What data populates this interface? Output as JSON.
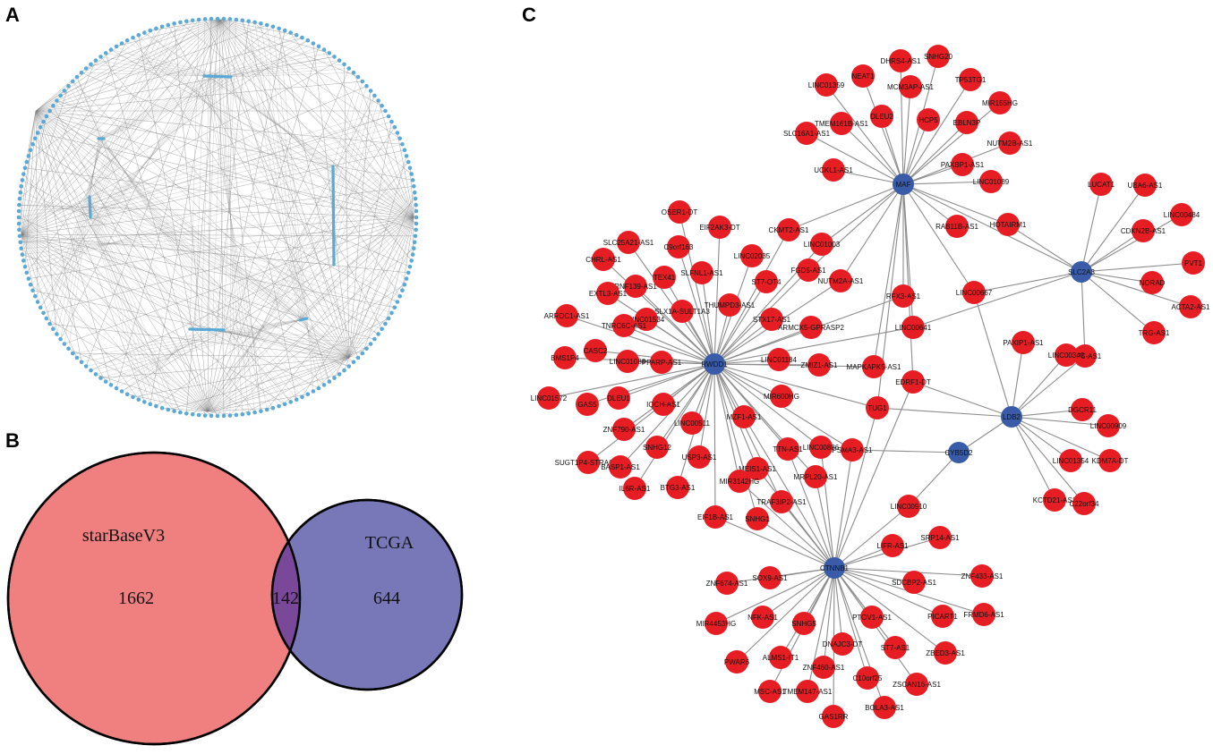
{
  "panels": {
    "a": {
      "letter": "A"
    },
    "b": {
      "letter": "B"
    },
    "c": {
      "letter": "C"
    }
  },
  "colors": {
    "ring_node": "#5aa9d6",
    "edge_gray": "#808080",
    "venn_left": "#f07f80",
    "venn_right": "#7878b8",
    "venn_overlap": "#7a4898",
    "mrna_node": "#3a5ba8",
    "lnc_node": "#e61e24",
    "edge_c": "#8c8c8c"
  },
  "venn": {
    "left_name": "starBaseV3",
    "right_name": "TCGA",
    "left_only": "1662",
    "overlap": "142",
    "right_only": "644"
  },
  "network": {
    "hubs": [
      {
        "id": "MAF",
        "label": "MAF"
      },
      {
        "id": "RWDD1",
        "label": "RWDD1"
      },
      {
        "id": "SLC2A3",
        "label": "SLC2A3"
      },
      {
        "id": "LDB2",
        "label": "LDB2"
      },
      {
        "id": "CYB5D2",
        "label": "CYB5D2"
      },
      {
        "id": "CTNNB1",
        "label": "CTNNB1"
      }
    ],
    "lncrnas": [
      {
        "label": "DHRS4-AS1",
        "hubs": [
          "MAF"
        ]
      },
      {
        "label": "SNHG20",
        "hubs": [
          "MAF"
        ]
      },
      {
        "label": "NEAT1",
        "hubs": [
          "MAF"
        ]
      },
      {
        "label": "TP53TG1",
        "hubs": [
          "MAF"
        ]
      },
      {
        "label": "LINC01359",
        "hubs": [
          "MAF"
        ]
      },
      {
        "label": "MCM3AP-AS1",
        "hubs": [
          "MAF"
        ]
      },
      {
        "label": "MIR155HG",
        "hubs": [
          "MAF"
        ]
      },
      {
        "label": "TMEM161B-AS1",
        "hubs": [
          "MAF"
        ]
      },
      {
        "label": "DLEU2",
        "hubs": [
          "MAF"
        ]
      },
      {
        "label": "HCP5",
        "hubs": [
          "MAF"
        ]
      },
      {
        "label": "EBLN3P",
        "hubs": [
          "MAF"
        ]
      },
      {
        "label": "SLC16A1-AS1",
        "hubs": [
          "MAF"
        ]
      },
      {
        "label": "NUTM2B-AS1",
        "hubs": [
          "MAF"
        ]
      },
      {
        "label": "PAXBP1-AS1",
        "hubs": [
          "MAF"
        ]
      },
      {
        "label": "UCKL1-AS1",
        "hubs": [
          "MAF"
        ]
      },
      {
        "label": "LINC01089",
        "hubs": [
          "MAF"
        ]
      },
      {
        "label": "RAB11B-AS1",
        "hubs": [
          "MAF"
        ]
      },
      {
        "label": "HOTAIRM1",
        "hubs": [
          "MAF",
          "SLC2A3"
        ]
      },
      {
        "label": "LINC01003",
        "hubs": [
          "MAF",
          "RWDD1"
        ]
      },
      {
        "label": "FGD5-AS1",
        "hubs": [
          "MAF",
          "RWDD1"
        ]
      },
      {
        "label": "NUTM2A-AS1",
        "hubs": [
          "MAF",
          "RWDD1"
        ]
      },
      {
        "label": "RFX3-AS1",
        "hubs": [
          "MAF",
          "RWDD1"
        ]
      },
      {
        "label": "LINC00667",
        "hubs": [
          "MAF",
          "SLC2A3",
          "LDB2"
        ]
      },
      {
        "label": "LINC00641",
        "hubs": [
          "MAF",
          "RWDD1",
          "SLC2A3"
        ]
      },
      {
        "label": "MAPKAPK5-AS1",
        "hubs": [
          "MAF",
          "RWDD1"
        ]
      },
      {
        "label": "EDRF1-DT",
        "hubs": [
          "MAF",
          "LDB2",
          "CTNNB1"
        ]
      },
      {
        "label": "TUG1",
        "hubs": [
          "MAF",
          "RWDD1",
          "LDB2",
          "CTNNB1"
        ]
      },
      {
        "label": "CKMT2-AS1",
        "hubs": [
          "MAF",
          "RWDD1"
        ]
      },
      {
        "label": "LUCAT1",
        "hubs": [
          "SLC2A3"
        ]
      },
      {
        "label": "UBA6-AS1",
        "hubs": [
          "SLC2A3"
        ]
      },
      {
        "label": "LINC00484",
        "hubs": [
          "SLC2A3"
        ]
      },
      {
        "label": "CDKN2B-AS1",
        "hubs": [
          "SLC2A3"
        ]
      },
      {
        "label": "PVT1",
        "hubs": [
          "SLC2A3"
        ]
      },
      {
        "label": "NORAD",
        "hubs": [
          "SLC2A3"
        ]
      },
      {
        "label": "ACTA2-AS1",
        "hubs": [
          "SLC2A3"
        ]
      },
      {
        "label": "TRG-AS1",
        "hubs": [
          "SLC2A3"
        ]
      },
      {
        "label": "MIP5-AS1",
        "hubs": [
          "SLC2A3",
          "LDB2"
        ]
      },
      {
        "label": "PAXIP1-AS1",
        "hubs": [
          "LDB2"
        ]
      },
      {
        "label": "LINC00342",
        "hubs": [
          "LDB2"
        ]
      },
      {
        "label": "DGCR11",
        "hubs": [
          "LDB2"
        ]
      },
      {
        "label": "LINC00909",
        "hubs": [
          "LDB2"
        ]
      },
      {
        "label": "LINC01354",
        "hubs": [
          "LDB2"
        ]
      },
      {
        "label": "KDM7A-DT",
        "hubs": [
          "LDB2"
        ]
      },
      {
        "label": "KCTD21-AS1",
        "hubs": [
          "LDB2"
        ]
      },
      {
        "label": "C22orf34",
        "hubs": [
          "LDB2"
        ]
      },
      {
        "label": "LINC00910",
        "hubs": [
          "CYB5D2",
          "CTNNB1"
        ]
      },
      {
        "label": "PSMA3-AS1",
        "hubs": [
          "RWDD1",
          "CYB5D2",
          "CTNNB1"
        ]
      },
      {
        "label": "OSER1-DT",
        "hubs": [
          "RWDD1"
        ]
      },
      {
        "label": "EIF2AK3-DT",
        "hubs": [
          "RWDD1"
        ]
      },
      {
        "label": "SLC25A21-AS1",
        "hubs": [
          "RWDD1"
        ]
      },
      {
        "label": "C9orf163",
        "hubs": [
          "RWDD1"
        ]
      },
      {
        "label": "LINC02035",
        "hubs": [
          "RWDD1"
        ]
      },
      {
        "label": "CHRL-AS1",
        "hubs": [
          "RWDD1"
        ]
      },
      {
        "label": "SLFNL1-AS1",
        "hubs": [
          "RWDD1"
        ]
      },
      {
        "label": "ST7-OT4",
        "hubs": [
          "RWDD1"
        ]
      },
      {
        "label": "RNF139-AS1",
        "hubs": [
          "RWDD1"
        ]
      },
      {
        "label": "TEX41",
        "hubs": [
          "RWDD1"
        ]
      },
      {
        "label": "EXTL3-AS1",
        "hubs": [
          "RWDD1"
        ]
      },
      {
        "label": "THUMPD3-AS1",
        "hubs": [
          "RWDD1"
        ]
      },
      {
        "label": "SLX1A-SULT1A3",
        "hubs": [
          "RWDD1"
        ]
      },
      {
        "label": "STX17-AS1",
        "hubs": [
          "RWDD1"
        ]
      },
      {
        "label": "ARMCX5-GPRASP2",
        "hubs": [
          "RWDD1"
        ]
      },
      {
        "label": "ARRDC1-AS1",
        "hubs": [
          "RWDD1"
        ]
      },
      {
        "label": "LINC01534",
        "hubs": [
          "RWDD1"
        ]
      },
      {
        "label": "TNRC6C-AS1",
        "hubs": [
          "RWDD1"
        ]
      },
      {
        "label": "CASC2",
        "hubs": [
          "RWDD1"
        ]
      },
      {
        "label": "BMS1P4",
        "hubs": [
          "RWDD1"
        ]
      },
      {
        "label": "LINC01088",
        "hubs": [
          "RWDD1"
        ]
      },
      {
        "label": "PPARP-AS1",
        "hubs": [
          "RWDD1"
        ]
      },
      {
        "label": "LINC01184",
        "hubs": [
          "RWDD1"
        ]
      },
      {
        "label": "ZMIZ1-AS1",
        "hubs": [
          "RWDD1"
        ]
      },
      {
        "label": "LINC01572",
        "hubs": [
          "RWDD1"
        ]
      },
      {
        "label": "GAS5",
        "hubs": [
          "RWDD1"
        ]
      },
      {
        "label": "DLEU1",
        "hubs": [
          "RWDD1"
        ]
      },
      {
        "label": "IQCH-AS1",
        "hubs": [
          "RWDD1"
        ]
      },
      {
        "label": "MIR600HG",
        "hubs": [
          "RWDD1"
        ]
      },
      {
        "label": "LINC00511",
        "hubs": [
          "RWDD1"
        ]
      },
      {
        "label": "ZNF790-AS1",
        "hubs": [
          "RWDD1"
        ]
      },
      {
        "label": "MZF1-AS1",
        "hubs": [
          "RWDD1",
          "CTNNB1"
        ]
      },
      {
        "label": "SUGT1P4-STRA6LP",
        "hubs": [
          "RWDD1"
        ]
      },
      {
        "label": "SNHG12",
        "hubs": [
          "RWDD1"
        ]
      },
      {
        "label": "TTN-AS1",
        "hubs": [
          "RWDD1",
          "CTNNB1"
        ]
      },
      {
        "label": "LINC00886",
        "hubs": [
          "RWDD1",
          "CTNNB1"
        ]
      },
      {
        "label": "BASP1-AS1",
        "hubs": [
          "RWDD1"
        ]
      },
      {
        "label": "USP3-AS1",
        "hubs": [
          "RWDD1"
        ]
      },
      {
        "label": "IL6R-AS1",
        "hubs": [
          "RWDD1"
        ]
      },
      {
        "label": "BTG3-AS1",
        "hubs": [
          "RWDD1"
        ]
      },
      {
        "label": "MEIS1-AS1",
        "hubs": [
          "RWDD1",
          "CTNNB1"
        ]
      },
      {
        "label": "MRPL20-AS1",
        "hubs": [
          "RWDD1",
          "CTNNB1"
        ]
      },
      {
        "label": "MIR3142HG",
        "hubs": [
          "RWDD1",
          "CTNNB1"
        ]
      },
      {
        "label": "TRAF3IP2-AS1",
        "hubs": [
          "RWDD1",
          "CTNNB1"
        ]
      },
      {
        "label": "EIF1B-AS1",
        "hubs": [
          "RWDD1",
          "CTNNB1"
        ]
      },
      {
        "label": "SNHG1",
        "hubs": [
          "RWDD1",
          "CTNNB1"
        ]
      },
      {
        "label": "LIFR-AS1",
        "hubs": [
          "CTNNB1"
        ]
      },
      {
        "label": "SRP14-AS1",
        "hubs": [
          "CTNNB1"
        ]
      },
      {
        "label": "ZNF433-AS1",
        "hubs": [
          "CTNNB1"
        ]
      },
      {
        "label": "SDCBP2-AS1",
        "hubs": [
          "CTNNB1"
        ]
      },
      {
        "label": "SOX9-AS1",
        "hubs": [
          "CTNNB1"
        ]
      },
      {
        "label": "ZNF674-AS1",
        "hubs": [
          "CTNNB1"
        ]
      },
      {
        "label": "PICART1",
        "hubs": [
          "CTNNB1"
        ]
      },
      {
        "label": "FRMD6-AS1",
        "hubs": [
          "CTNNB1"
        ]
      },
      {
        "label": "NFK-AS1",
        "hubs": [
          "CTNNB1"
        ]
      },
      {
        "label": "MIR4453HG",
        "hubs": [
          "CTNNB1"
        ]
      },
      {
        "label": "SNHG5",
        "hubs": [
          "CTNNB1"
        ]
      },
      {
        "label": "PTOV1-AS1",
        "hubs": [
          "CTNNB1"
        ]
      },
      {
        "label": "DNAJC3-DT",
        "hubs": [
          "CTNNB1"
        ]
      },
      {
        "label": "ST7-AS1",
        "hubs": [
          "CTNNB1"
        ]
      },
      {
        "label": "ZBED3-AS1",
        "hubs": [
          "CTNNB1"
        ]
      },
      {
        "label": "PWAR6",
        "hubs": [
          "CTNNB1"
        ]
      },
      {
        "label": "ALMS1-IT1",
        "hubs": [
          "CTNNB1"
        ]
      },
      {
        "label": "ZNF460-AS1",
        "hubs": [
          "CTNNB1"
        ]
      },
      {
        "label": "C10orf25",
        "hubs": [
          "CTNNB1"
        ]
      },
      {
        "label": "ZSCAN16-AS1",
        "hubs": [
          "CTNNB1"
        ]
      },
      {
        "label": "MSC-AS1",
        "hubs": [
          "CTNNB1"
        ]
      },
      {
        "label": "TMEM147-AS1",
        "hubs": [
          "CTNNB1"
        ]
      },
      {
        "label": "BOLA3-AS1",
        "hubs": [
          "CTNNB1"
        ]
      },
      {
        "label": "GAS1RR",
        "hubs": [
          "CTNNB1"
        ]
      }
    ]
  }
}
